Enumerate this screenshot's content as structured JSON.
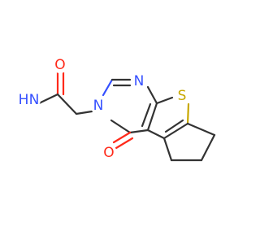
{
  "molecule": {
    "atoms": {
      "N_amide": "N",
      "H_amide": "H",
      "O_amide": "O",
      "N3": "N",
      "N1": "N",
      "S": "S",
      "O_ring": "O"
    },
    "colors": {
      "N": "#3550ff",
      "O": "#ff2a1a",
      "S": "#c8a800",
      "C": "#333333",
      "background": "#ffffff"
    }
  }
}
